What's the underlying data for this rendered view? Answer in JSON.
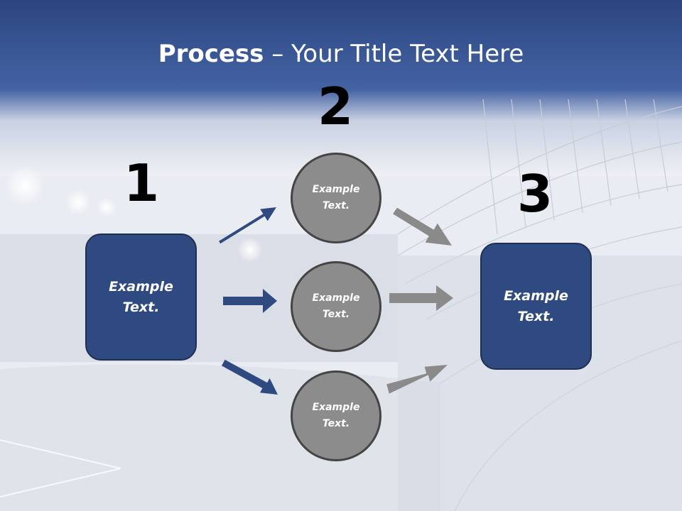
{
  "slide": {
    "title_bold": "Process",
    "title_rest": " – Your Title Text Here",
    "colors": {
      "header": "#3b5896",
      "box_fill": "#2f4a80",
      "circle_fill": "#8c8c8c",
      "arrow_blue": "#2f4a80",
      "arrow_gray": "#8a8a8a"
    }
  },
  "steps": {
    "n1": "1",
    "n2": "2",
    "n3": "3"
  },
  "nodes": {
    "box_left": "Example\nText.",
    "circle_top": "Example\nText.",
    "circle_middle": "Example\nText.",
    "circle_bottom": "Example\nText.",
    "box_right": "Example\nText."
  }
}
